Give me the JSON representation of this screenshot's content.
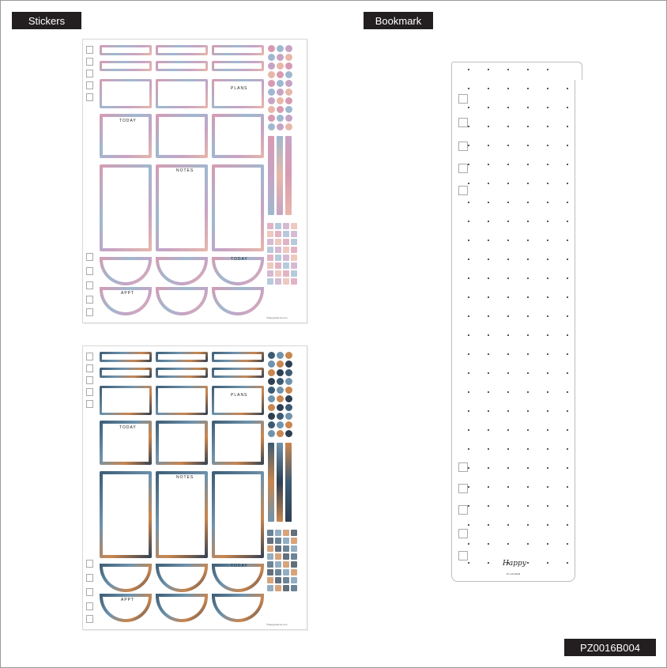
{
  "labels": {
    "stickers": "Stickers",
    "bookmark": "Bookmark",
    "sku": "PZ0016B004"
  },
  "sheet_top": {
    "plans": "PLANS",
    "today_1": "TODAY",
    "notes": "NOTES",
    "today_2": "TODAY",
    "appt": "APPT",
    "copyright": "©happyplanner.com"
  },
  "sheet_bottom": {
    "plans": "PLANS",
    "today_1": "TODAY",
    "notes": "NOTES",
    "today_2": "TODAY",
    "appt": "APPT",
    "copyright": "©happyplanner.com"
  },
  "bookmark_logo": {
    "script": "Happy",
    "sub": "PLANNER"
  },
  "colors": {
    "label_bg": "#231f20",
    "top_sheet_frames": [
      "#d89ab2",
      "#9fb8cf",
      "#c7a3c4",
      "#e7b7a9"
    ],
    "bottom_sheet_frames": [
      "#3c5b73",
      "#6f93ad",
      "#c9864f",
      "#2e3f52"
    ]
  }
}
